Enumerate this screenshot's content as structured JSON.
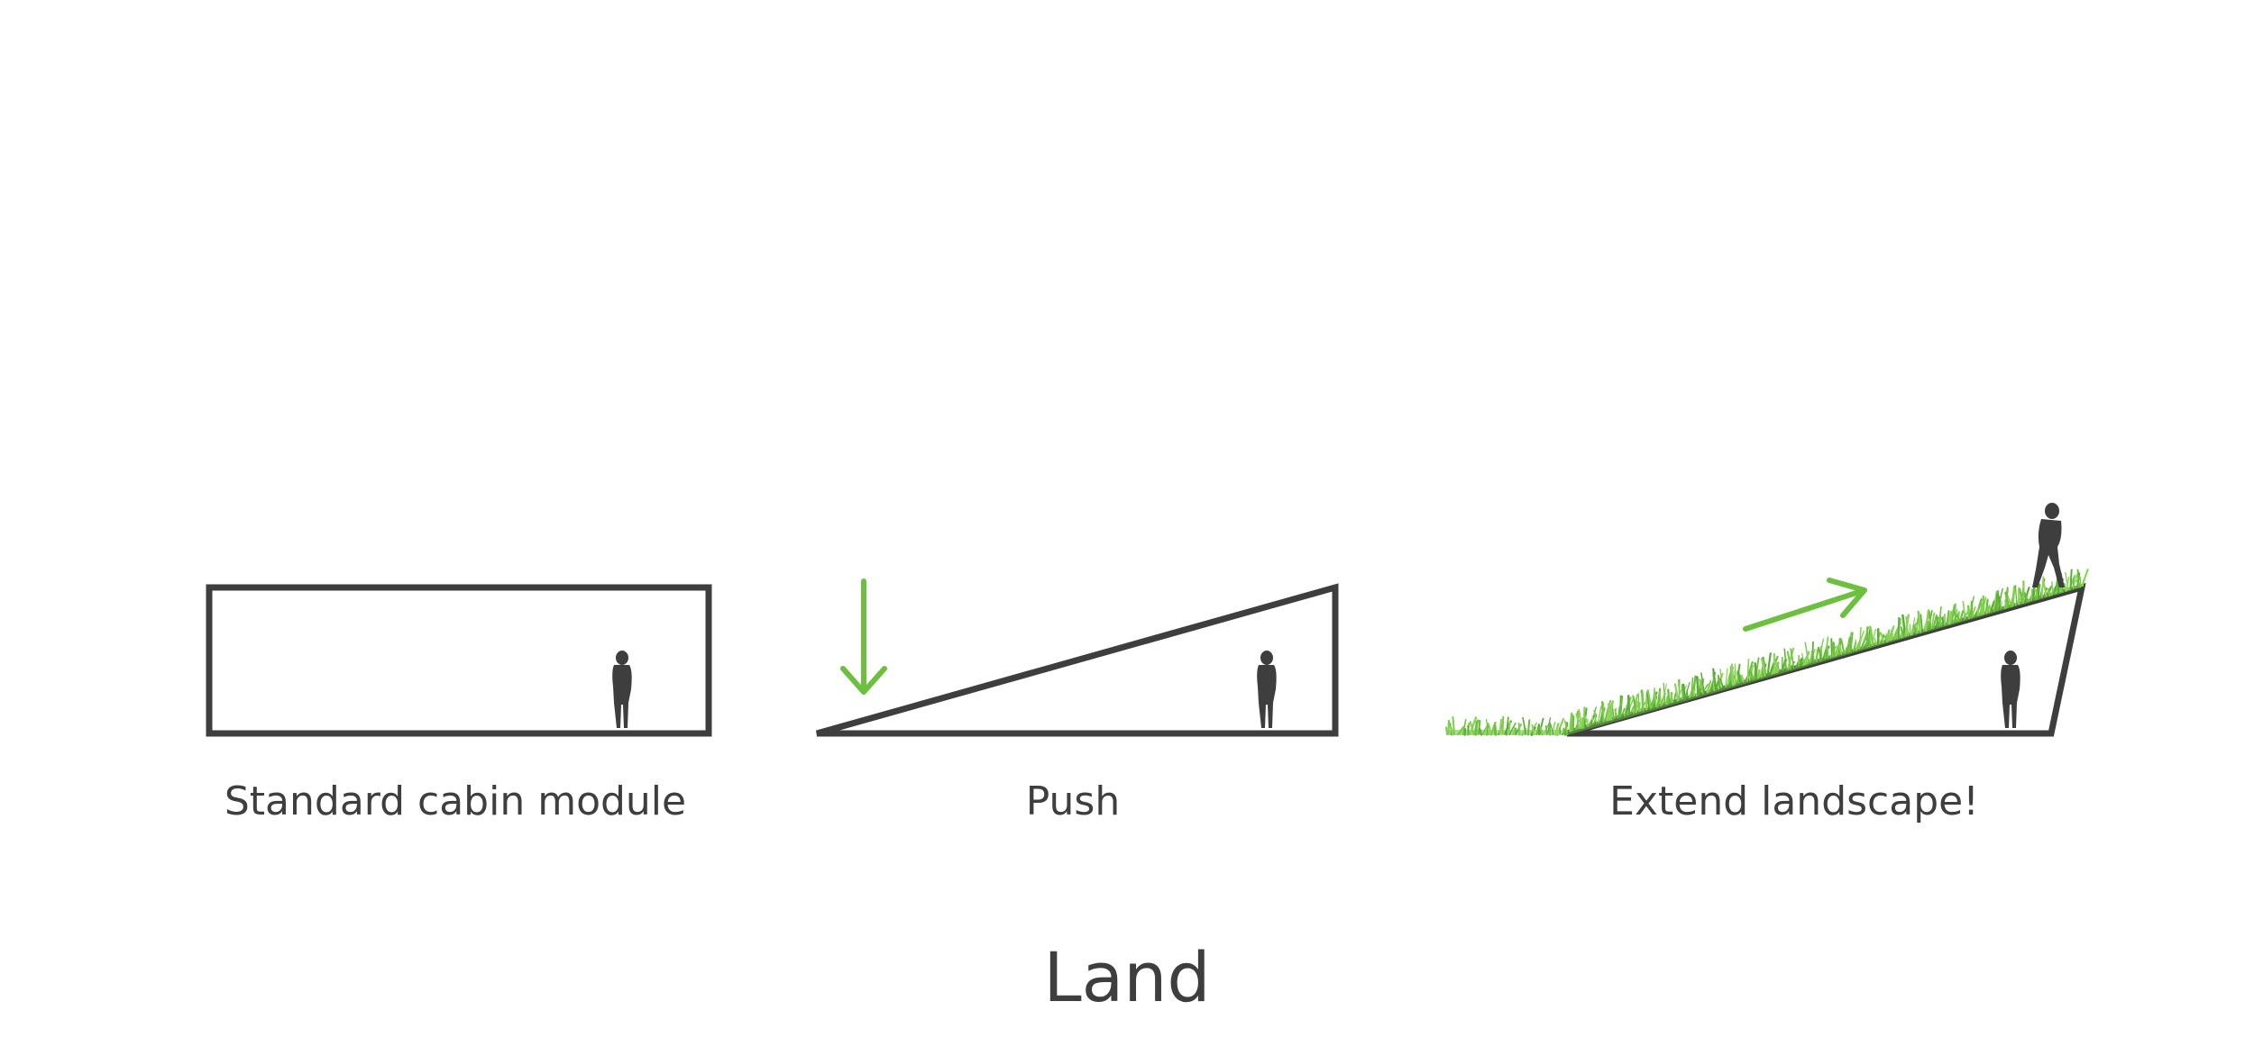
{
  "title": "Land",
  "steps": [
    {
      "label": "Standard cabin module",
      "shape": "rectangle"
    },
    {
      "label": "Push",
      "shape": "wedge",
      "arrow": "down"
    },
    {
      "label": "Extend landscape!",
      "shape": "grass-covered wedge",
      "arrow": "up-right"
    }
  ],
  "icons": [
    "person-silhouette-icon",
    "down-arrow-icon",
    "up-right-arrow-icon",
    "grass-texture"
  ],
  "colors": {
    "outline": "#3e3e3e",
    "accent_green": "#6cbf3f",
    "text": "#3e3e3e",
    "background": "#ffffff"
  }
}
